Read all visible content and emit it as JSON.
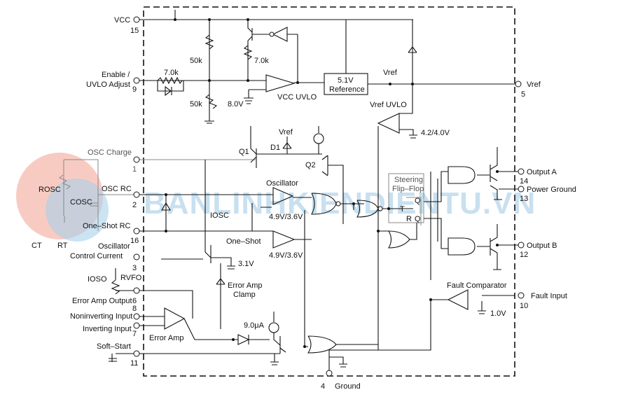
{
  "watermark": "BANLINHKIENDIENTU.VN",
  "pins": {
    "vcc": {
      "label": "VCC",
      "number": "15"
    },
    "enable": {
      "label1": "Enable /",
      "label2": "UVLO Adjust",
      "number": "9"
    },
    "osc_charge": {
      "label": "OSC Charge",
      "number": "1"
    },
    "osc_rc": {
      "label": "OSC RC",
      "number": "2"
    },
    "one_shot_rc": {
      "label": "One–Shot RC",
      "number": "16"
    },
    "osc_control": {
      "label1": "Oscillator",
      "label2": "Control Current",
      "number": "3"
    },
    "error_amp_output": {
      "label": "Error Amp Output",
      "number": "6"
    },
    "noninverting": {
      "label": "Noninverting Input",
      "number": "8"
    },
    "inverting": {
      "label": "Inverting Input",
      "number": "7"
    },
    "soft_start": {
      "label": "Soft–Start",
      "number": "11"
    },
    "ground": {
      "label": "Ground",
      "number": "4"
    },
    "vref": {
      "label": "Vref",
      "number": "5"
    },
    "output_a": {
      "label": "Output A",
      "number": "14"
    },
    "power_ground": {
      "label": "Power Ground",
      "number": "13"
    },
    "output_b": {
      "label": "Output B",
      "number": "12"
    },
    "fault_input": {
      "label": "Fault Input",
      "number": "10"
    }
  },
  "components": {
    "r50k_top": "50k",
    "r50k_bot": "50k",
    "r7k_enable": "7.0k",
    "r7k_vcc": "7.0k",
    "v8": "8.0V",
    "vcc_uvlo": "VCC UVLO",
    "ref_line1": "5.1V",
    "ref_line2": "Reference",
    "vref_node": "Vref",
    "vref_uvlo": "Vref UVLO",
    "v42": "4.2/4.0V",
    "q1": "Q1",
    "d1": "D1",
    "q2": "Q2",
    "vref_src": "Vref",
    "oscillator": "Oscillator",
    "osc_thresh": "4.9V/3.6V",
    "one_shot": "One–Shot",
    "os_thresh": "4.9V/3.6V",
    "iosc": "IOSC",
    "v31": "3.1V",
    "clamp1": "Error Amp",
    "clamp2": "Clamp",
    "i9": "9.0μA",
    "error_amp": "Error Amp",
    "ioso": "IOSO",
    "rvfo": "RVFO",
    "rosc": "ROSC",
    "cosc": "COSC",
    "ct": "CT",
    "rt": "RT",
    "steering1": "Steering",
    "steering2": "Flip–Flop",
    "ff_t": "T",
    "ff_r": "R",
    "ff_q": "Q",
    "ff_qb": "Q",
    "fault_comp": "Fault Comparator",
    "v10": "1.0V"
  }
}
